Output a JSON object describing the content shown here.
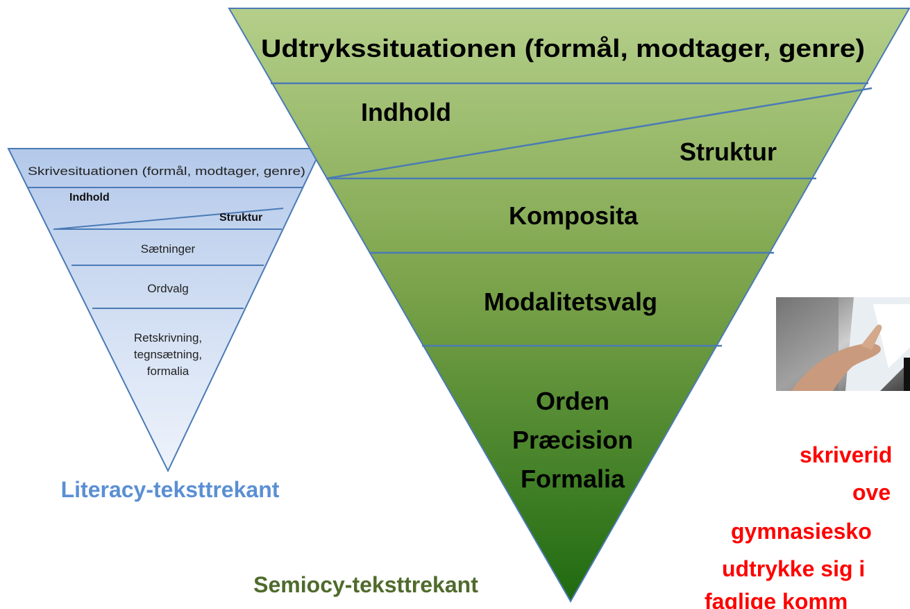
{
  "big_triangle": {
    "levels": [
      "Udtrykssituationen (formål, modtager, genre)",
      "Indhold",
      "Struktur",
      "Komposita",
      "Modalitetsvalg",
      "Orden",
      "Præcision",
      "Formalia"
    ],
    "caption": "Semiocy-teksttrekant",
    "color_top": "#b5cf8a",
    "color_bottom": "#2d6b1a",
    "line_color": "#4a7ab5"
  },
  "small_triangle": {
    "levels": [
      "Skrivesituationen (formål, modtager, genre)",
      "Indhold",
      "Struktur",
      "Sætninger",
      "Ordvalg",
      "Retskrivning,",
      "tegnsætning,",
      "formalia"
    ],
    "caption": "Literacy-teksttrekant",
    "color_top": "#bcd0ec",
    "color_bottom": "#e7eef9",
    "line_color": "#4a7ab5"
  },
  "side_text": {
    "lines": [
      "skriverid",
      "ove",
      "gymnasiesko",
      "udtrykke sig i",
      "faglige komm"
    ],
    "color": "#ff0000"
  },
  "photo": {
    "icon": "hand-on-tablet-photo"
  }
}
